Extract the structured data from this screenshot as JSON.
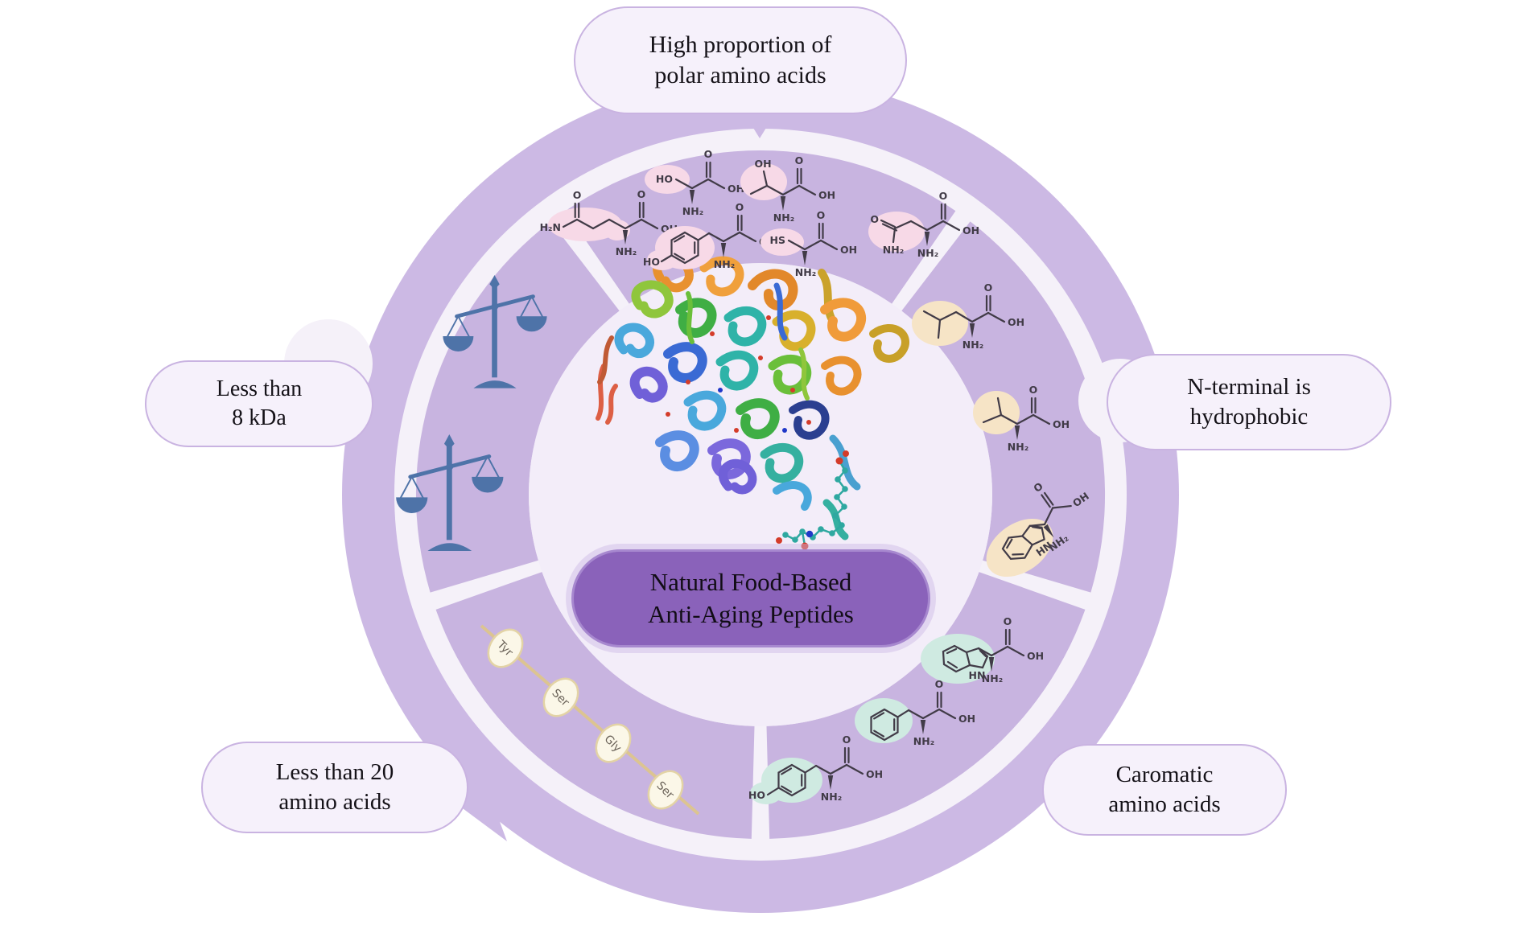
{
  "figure": {
    "center_pill": {
      "line1": "Natural Food-Based",
      "line2": "Anti-Aging Peptides"
    },
    "callouts": {
      "top": {
        "line1": "High proportion of",
        "line2": "polar amino acids"
      },
      "right": {
        "line1": "N-terminal is",
        "line2": "hydrophobic"
      },
      "bottom_right": {
        "line1": "Caromatic",
        "line2": "amino acids"
      },
      "bottom_left": {
        "line1": "Less than 20",
        "line2": "amino acids"
      },
      "left": {
        "line1": "Less than",
        "line2": "8 kDa"
      }
    },
    "peptide_chain_residues": [
      "Tyr",
      "Ser",
      "Gly",
      "Ser"
    ],
    "atom_labels": {
      "o": "O",
      "oh": "OH",
      "ho": "HO",
      "nh2": "NH₂",
      "h2n": "H₂N",
      "hs": "HS",
      "hn": "HN"
    },
    "colors": {
      "outer_ring": "#ccb9e4",
      "segment": "#c8b4e0",
      "gap_ring": "#f5f1f9",
      "center_circle": "#f3edf9",
      "center_pill": "#8a62ba",
      "callout_bg": "#f6f1fb",
      "callout_border": "#c9b3e1",
      "highlight_pink": "#f7d9e7",
      "highlight_tan": "#f6e4c6",
      "highlight_teal": "#cfeae1",
      "balance_scale": "#4e73a8",
      "peptide_chain_line": "#dcc491"
    }
  }
}
